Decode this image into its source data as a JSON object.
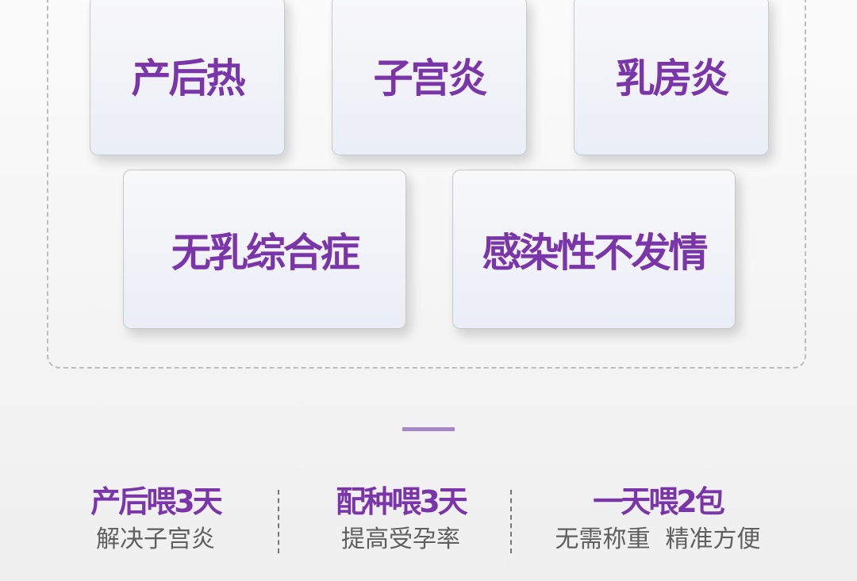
{
  "conditions": [
    "产后热",
    "子宫炎",
    "乳房炎",
    "无乳综合症",
    "感染性不发情"
  ],
  "benefits": [
    {
      "title": "产后喂3天",
      "subtitle": "解决子宫炎"
    },
    {
      "title": "配种喂3天",
      "subtitle": "提高受孕率"
    },
    {
      "title": "一天喂2包",
      "subtitle": "无需称重  精准方便"
    }
  ],
  "colors": {
    "accent": "#7a35a8",
    "divider": "#a688c6"
  }
}
